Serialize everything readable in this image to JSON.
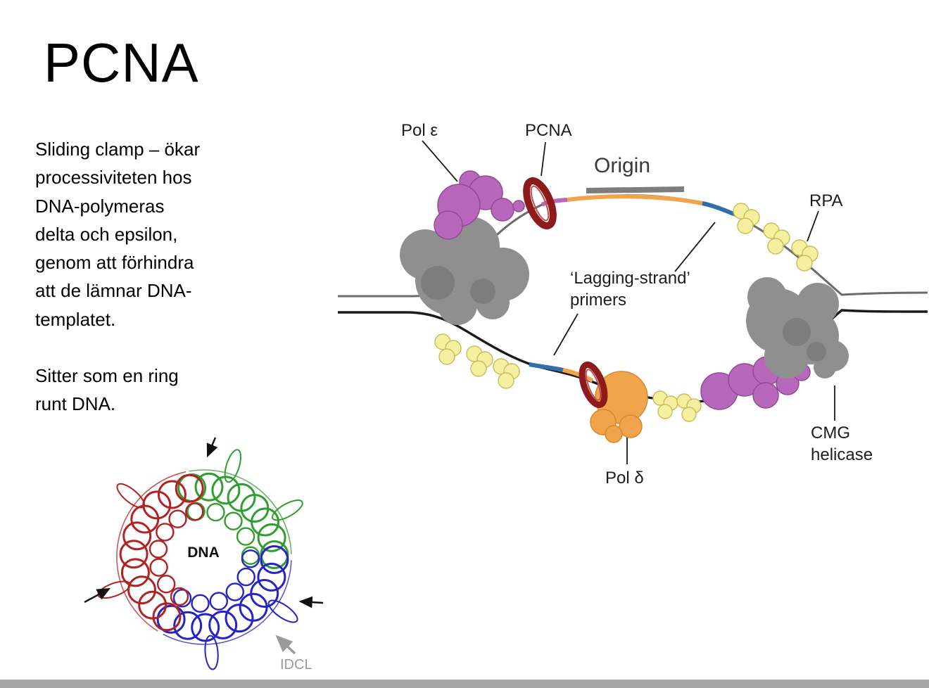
{
  "title": "PCNA",
  "paragraphs": [
    "Sliding clamp – ökar\nprocessiviteten hos\nDNA-polymeras\ndelta och epsilon,\ngenom att förhindra\natt de lämnar DNA-\ntemplatet.",
    "Sitter som en ring\nrunt DNA."
  ],
  "diagram": {
    "labels": {
      "pol_epsilon": "Pol ε",
      "pcna": "PCNA",
      "origin": "Origin",
      "rpa": "RPA",
      "lagging": "‘Lagging-strand’\nprimers",
      "cmg": "CMG\nhelicase",
      "pol_delta": "Pol δ"
    },
    "colors": {
      "polymerase_purple": "#b868bb",
      "helicase_gray": "#8f8f8f",
      "rpa_yellow": "#f5efa0",
      "pcna_ring_red": "#8e1b1b",
      "pol_delta_orange": "#f0a44c",
      "primer_blue": "#2f6fad",
      "origin_gray": "#7d7d7d"
    }
  },
  "structure": {
    "dna_label": "DNA",
    "idcl_label": "IDCL",
    "colors": {
      "chain_red": "#b22222",
      "chain_green": "#2f9e2f",
      "chain_blue": "#2323c8"
    }
  }
}
